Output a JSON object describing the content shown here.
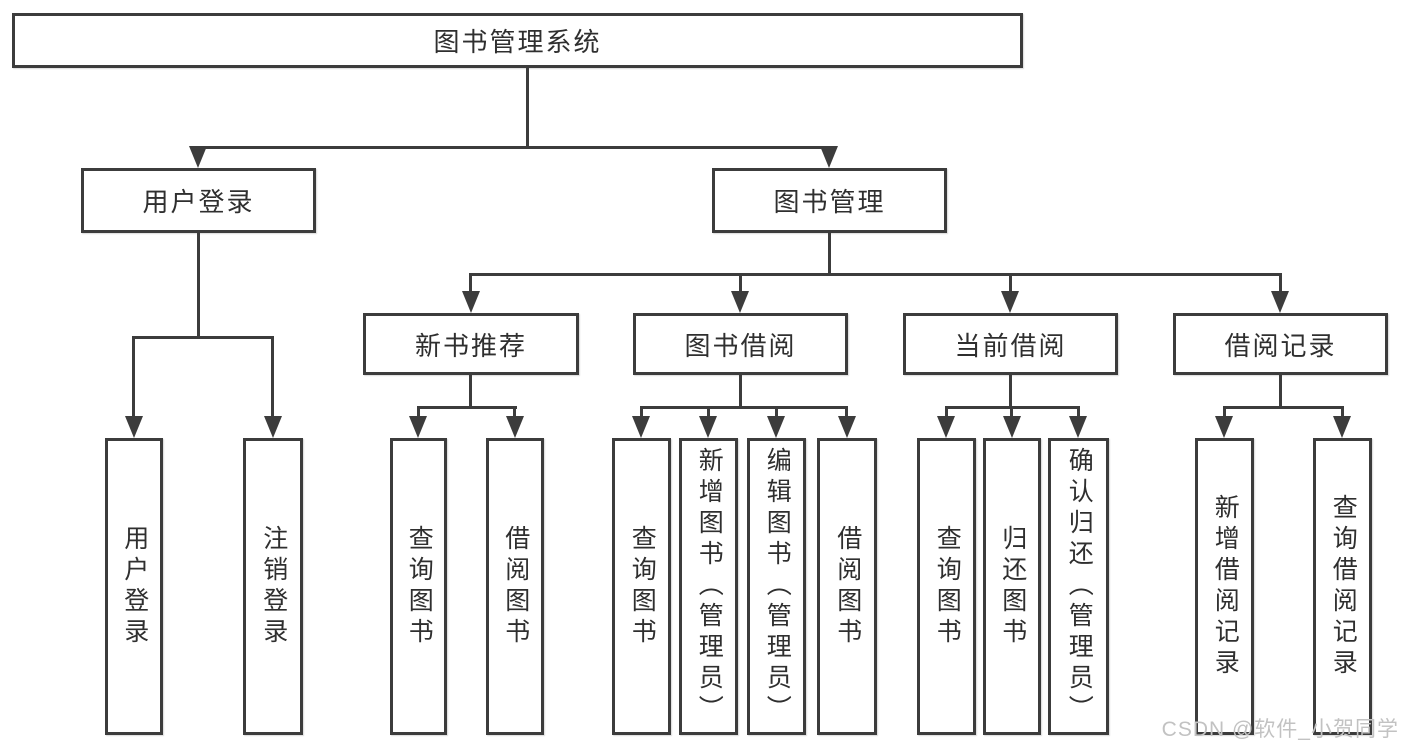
{
  "nodes": {
    "root": "图书管理系统",
    "user_login": "用户登录",
    "book_mgmt": "图书管理",
    "new_books": "新书推荐",
    "book_borrow": "图书借阅",
    "current_borrow": "当前借阅",
    "borrow_records": "借阅记录",
    "leaf_user_login": "用户登录",
    "leaf_logout": "注销登录",
    "leaf_nb_query": "查询图书",
    "leaf_nb_borrow": "借阅图书",
    "leaf_bb_query": "查询图书",
    "leaf_bb_add": "新增图书（管理员）",
    "leaf_bb_edit": "编辑图书（管理员）",
    "leaf_bb_borrow": "借阅图书",
    "leaf_cb_query": "查询图书",
    "leaf_cb_return": "归还图书",
    "leaf_cb_confirm": "确认归还（管理员）",
    "leaf_br_add": "新增借阅记录",
    "leaf_br_query": "查询借阅记录"
  },
  "watermark": "CSDN @软件_小贺同学",
  "colors": {
    "line": "#3c3c3c",
    "text": "#2f2f2f",
    "watermark": "#c2c2c2",
    "background": "#ffffff"
  }
}
